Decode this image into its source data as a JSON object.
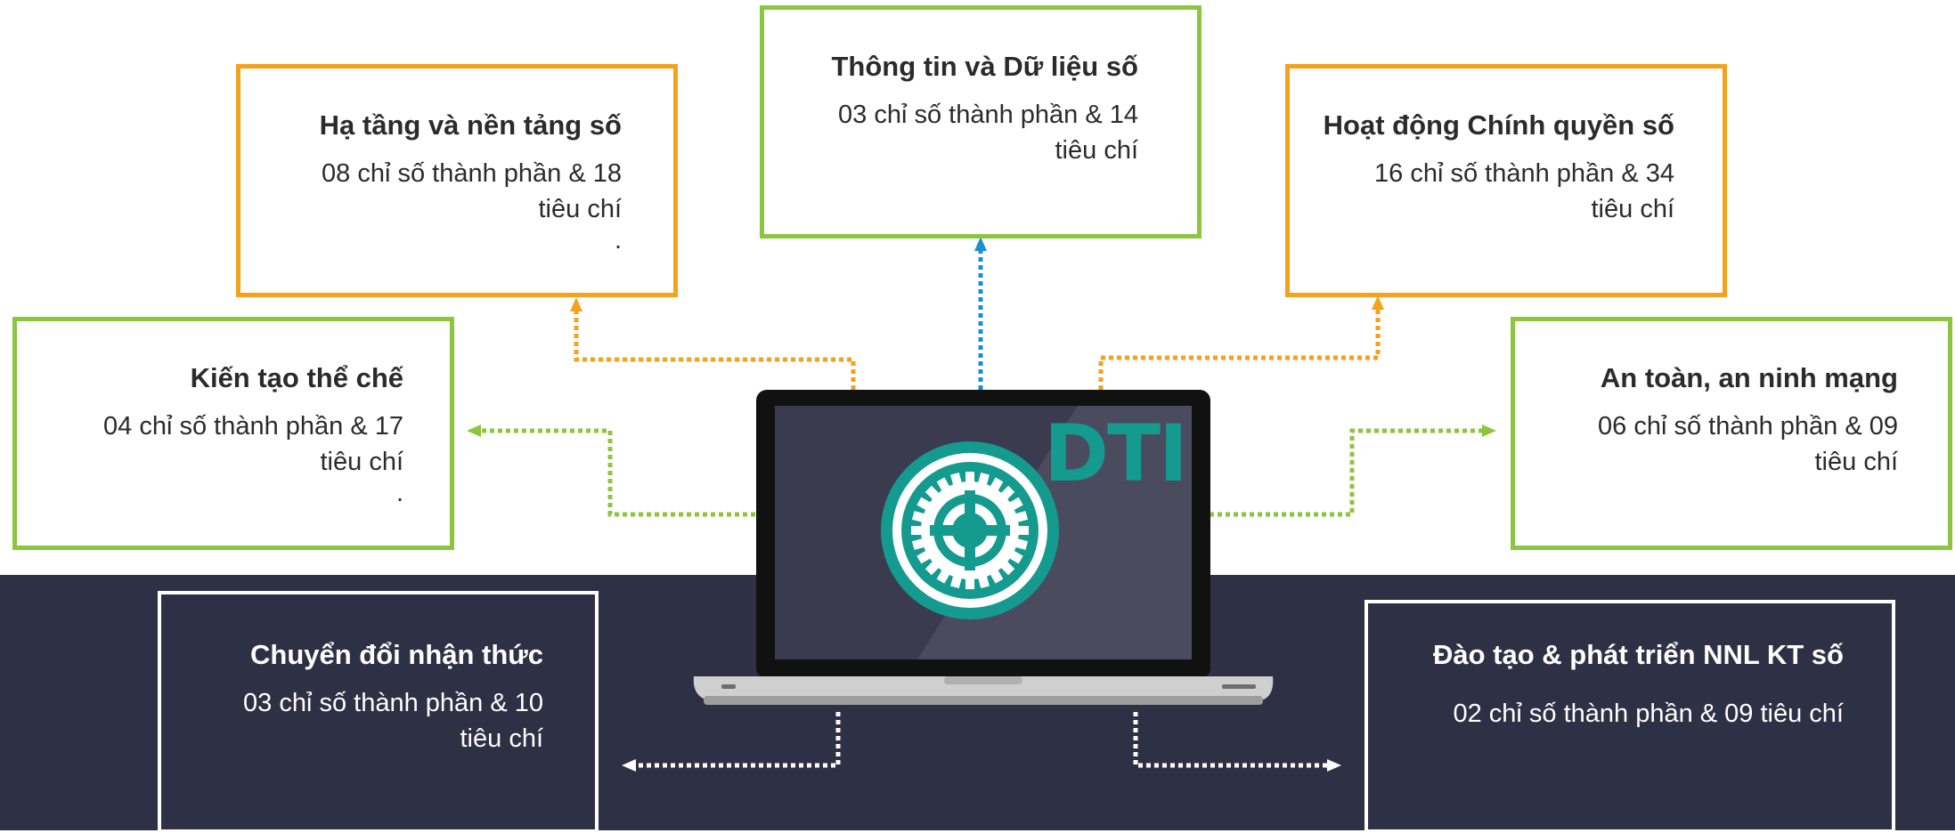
{
  "center_label": "DTI",
  "colors": {
    "orange": "#f5a21b",
    "green": "#8cc63f",
    "blue": "#1b8fd1",
    "white": "#ffffff",
    "teal": "#149a8e",
    "dark_band": "#2e3046"
  },
  "boxes": {
    "ha_tang": {
      "title": "Hạ tầng và nền tảng số",
      "line1": "08 chỉ số thành phần & 18",
      "line2": "tiêu chí",
      "trailing": "."
    },
    "thong_tin": {
      "title": "Thông tin và Dữ liệu số",
      "line1": "03 chỉ số thành phần & 14",
      "line2": "tiêu chí"
    },
    "hoat_dong": {
      "title": "Hoạt động Chính quyền số",
      "line1": "16 chỉ số thành phần & 34",
      "line2": "tiêu chí"
    },
    "kien_tao": {
      "title": "Kiến tạo thể chế",
      "line1": "04 chỉ số thành phần & 17",
      "line2": "tiêu chí",
      "trailing": "."
    },
    "an_toan": {
      "title": "An toàn, an ninh mạng",
      "line1": "06 chỉ số thành phần & 09",
      "line2": "tiêu chí"
    },
    "chuyen_doi": {
      "title": "Chuyển đổi nhận thức",
      "line1": "03 chỉ số thành phần & 10",
      "line2": "tiêu chí"
    },
    "dao_tao": {
      "title": "Đào tạo & phát triển NNL KT số",
      "line1": "02 chỉ số thành phần & 09 tiêu chí"
    }
  }
}
